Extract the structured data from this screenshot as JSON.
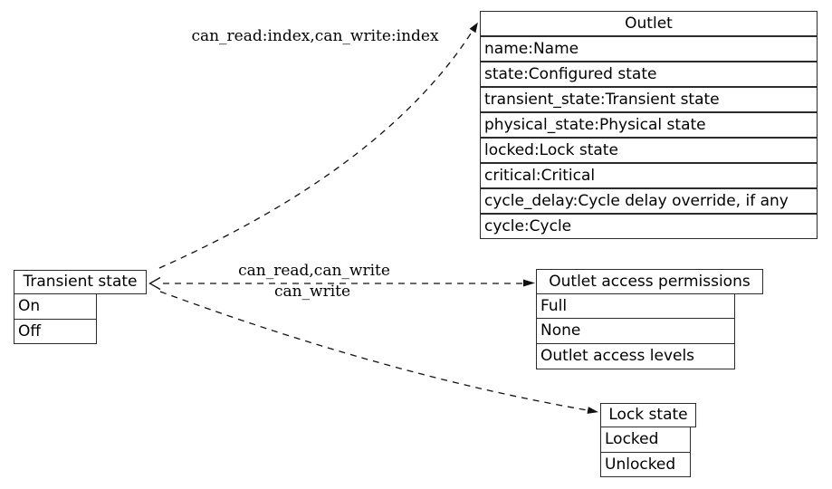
{
  "colors": {
    "background": "#ffffff",
    "line": "#111111",
    "border": "#2b2b2b",
    "text": "#000000"
  },
  "diagram": {
    "tables": {
      "outlet": {
        "title": "Outlet",
        "rows": [
          "name:Name",
          "state:Configured state",
          "transient_state:Transient state",
          "physical_state:Physical state",
          "locked:Lock state",
          "critical:Critical",
          "cycle_delay:Cycle delay override, if any",
          "cycle:Cycle"
        ]
      },
      "transient_state": {
        "title": "Transient state",
        "rows": [
          "On",
          "Off"
        ]
      },
      "outlet_access_permissions": {
        "title": "Outlet access permissions",
        "rows": [
          "Full",
          "None",
          "Outlet access levels"
        ]
      },
      "lock_state": {
        "title": "Lock state",
        "rows": [
          "Locked",
          "Unlocked"
        ]
      }
    },
    "edges": {
      "to_outlet": {
        "from": "Transient state",
        "to": "Outlet",
        "label": "can_read:index,can_write:index",
        "style": "dashed"
      },
      "to_outlet_access_permissions": {
        "from": "Transient state",
        "to": "Outlet access permissions",
        "label": "can_read,can_write",
        "style": "dashed"
      },
      "to_transient_state": {
        "from": "Outlet access permissions",
        "to": "Transient state",
        "label": "can_write",
        "style": "dashed"
      }
    }
  }
}
